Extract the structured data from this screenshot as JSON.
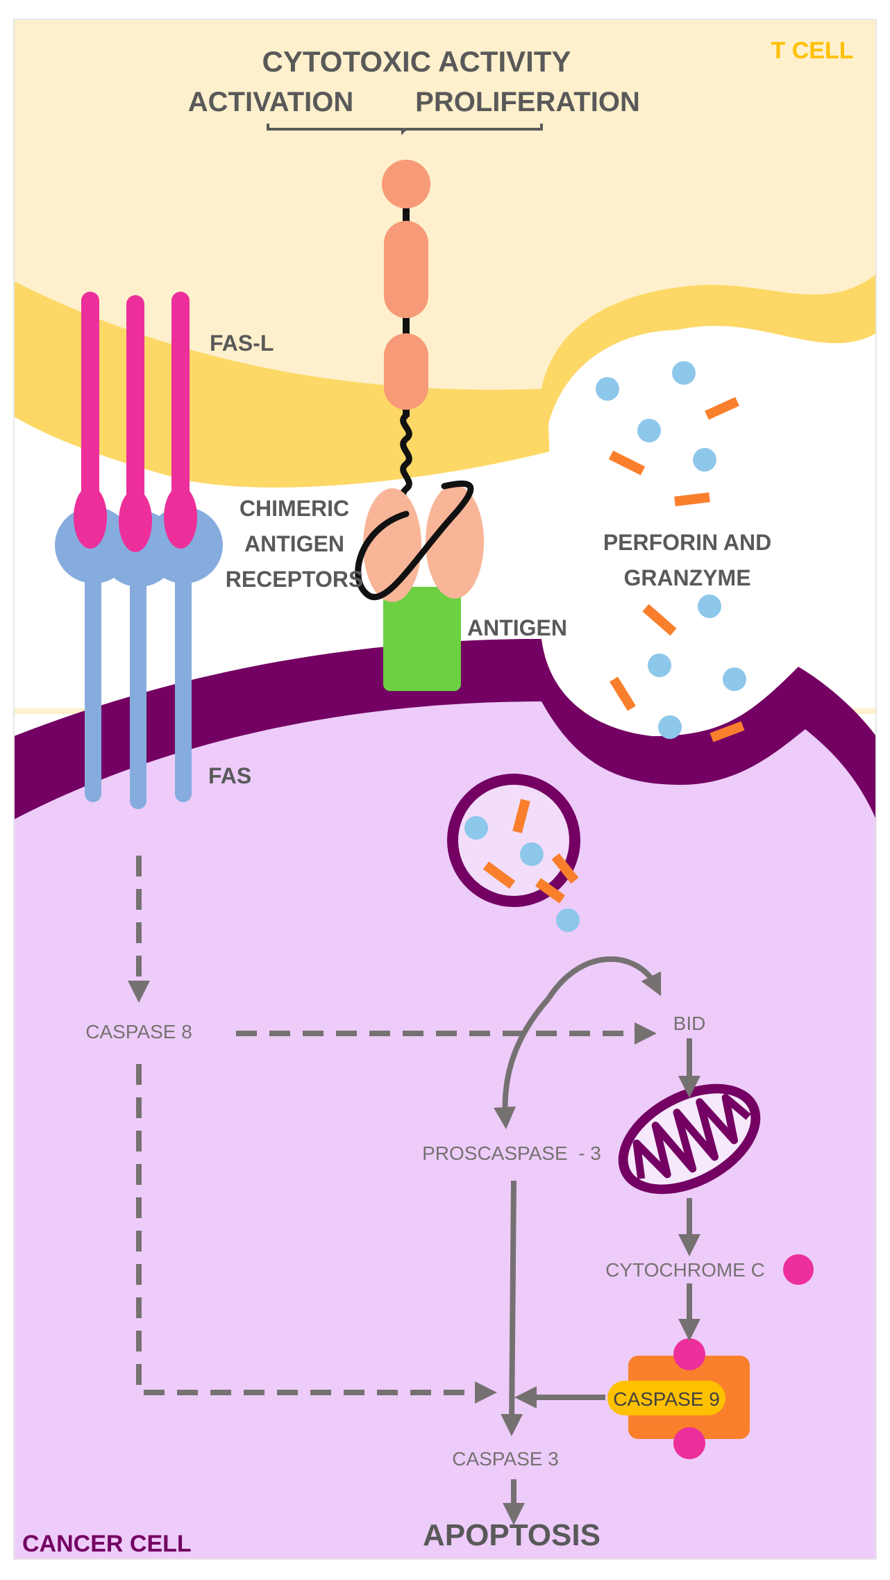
{
  "labels": {
    "t_cell": "T CELL",
    "cancer_cell": "CANCER CELL",
    "cytotoxic_activity": "CYTOTOXIC ACTIVITY",
    "activation": "ACTIVATION",
    "proliferation": "PROLIFERATION",
    "fas_l": "FAS-L",
    "fas": "FAS",
    "car_line1": "CHIMERIC",
    "car_line2": "ANTIGEN",
    "car_line3": "RECEPTORS",
    "antigen": "ANTIGEN",
    "perforin_line1": "PERFORIN AND",
    "perforin_line2": "GRANZYME",
    "caspase8": "CASPASE 8",
    "bid": "BID",
    "procaspase3": "PROSCASPASE  - 3",
    "cytochrome_c": "CYTOCHROME C",
    "caspase9": "CASPASE 9",
    "caspase3": "CASPASE 3",
    "apoptosis": "APOPTOSIS"
  },
  "colors": {
    "t_cell_fill": "#FEF0CC",
    "t_cell_membrane": "#FDD866",
    "t_cell_label": "#FFC000",
    "cancer_fill": "#EDCCFA",
    "cancer_membrane": "#730062",
    "fas_l": "#EC2F9A",
    "fas": "#86ACDE",
    "car_domain": "#F79A78",
    "car_scfv": "#F8B598",
    "antigen": "#6CD042",
    "granule_dot": "#8DC7EA",
    "granzyme_bar": "#F97F2C",
    "caspase9_box": "#F97F2C",
    "caspase9_pill": "#FFC000",
    "cytochrome_dot": "#EC2F9A",
    "arrow": "#767171",
    "title_text": "#595959"
  }
}
